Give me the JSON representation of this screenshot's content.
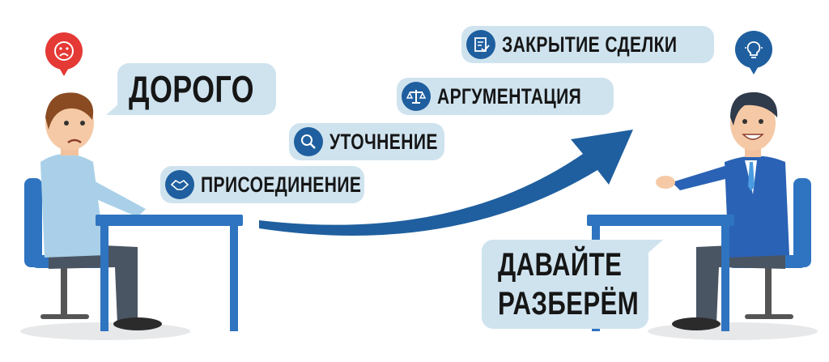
{
  "client": {
    "speech": "ДОРОГО",
    "emotion_icon": "sad-face-icon"
  },
  "steps": [
    {
      "label": "ПРИСОЕДИНЕНИЕ",
      "icon": "handshake-icon"
    },
    {
      "label": "УТОЧНЕНИЕ",
      "icon": "magnifier-icon"
    },
    {
      "label": "АРГУМЕНТАЦИЯ",
      "icon": "scales-icon"
    },
    {
      "label": "ЗАКРЫТИЕ СДЕЛКИ",
      "icon": "contract-icon"
    }
  ],
  "seller": {
    "speech_line1": "ДАВАЙТЕ",
    "speech_line2": "РАЗБЕРЁМ",
    "idea_icon": "lightbulb-icon"
  },
  "colors": {
    "accent": "#1f5f9f",
    "bubble": "#cfe3ef",
    "alert": "#e53935",
    "table": "#2f74c0"
  }
}
